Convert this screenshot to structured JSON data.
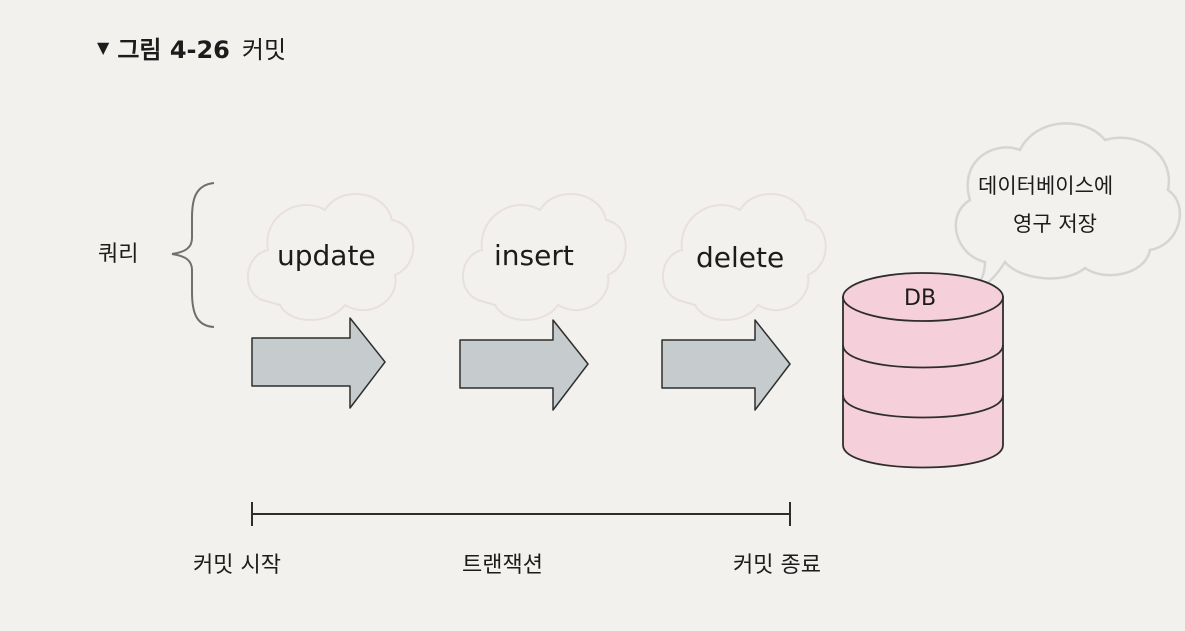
{
  "caption": {
    "marker": "▼",
    "number": "그림 4-26",
    "title": "커밋"
  },
  "diagram": {
    "query_label": "쿼리",
    "queries": [
      {
        "text": "update"
      },
      {
        "text": "insert"
      },
      {
        "text": "delete"
      }
    ],
    "db_label": "DB",
    "db_bubble_line1": "데이터베이스에",
    "db_bubble_line2": "영구 저장",
    "commit_start": "커밋 시작",
    "transaction": "트랜잭션",
    "commit_end": "커밋 종료"
  },
  "colors": {
    "arrow_fill": "#c6ccce",
    "db_fill": "#f5cfd9",
    "cloud_stroke": "#e9dfe0"
  }
}
